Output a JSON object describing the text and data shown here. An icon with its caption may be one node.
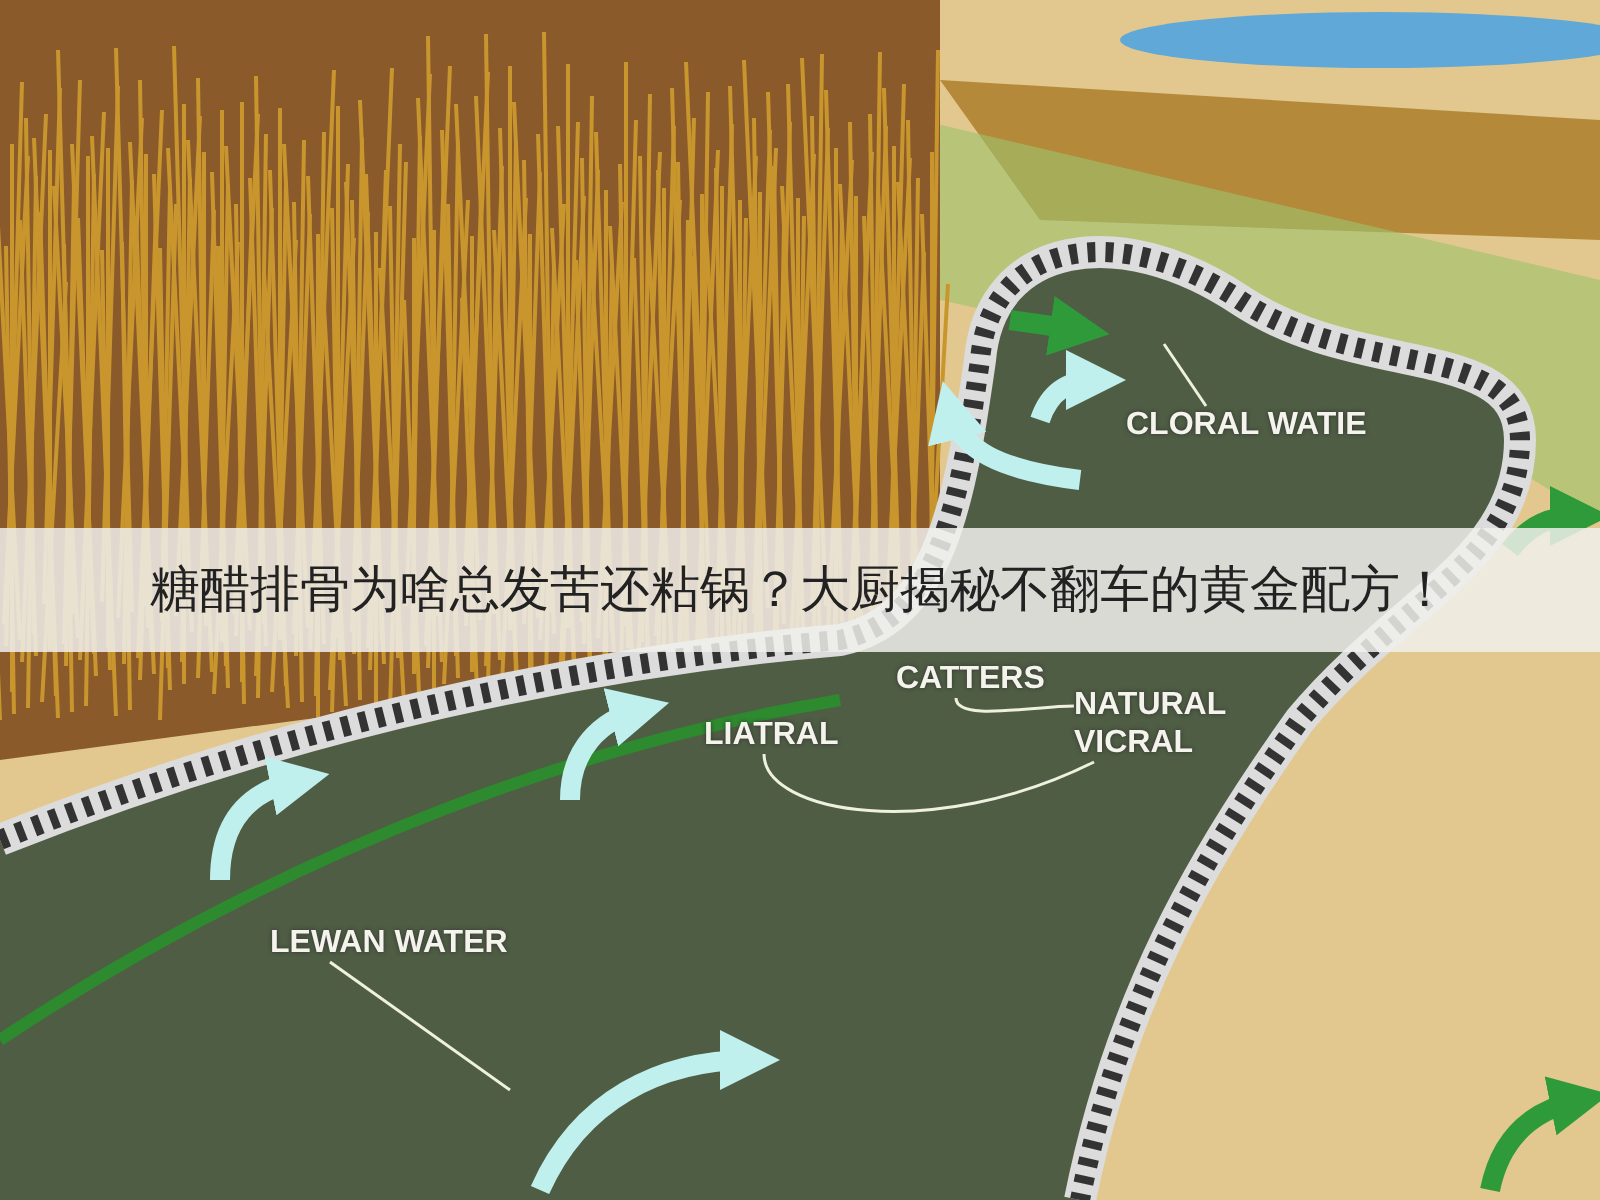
{
  "diagram": {
    "title": "糖醋排骨为啥总发苦还粘锅？大厨揭秘不翻车的黄金配方！",
    "nodes": [
      {
        "text": [
          "CLORAL WATIE"
        ]
      },
      {
        "text": [
          "CATTERS"
        ]
      },
      {
        "text": [
          "LIATRAL"
        ]
      },
      {
        "text": [
          "NATURAL VICRAL"
        ]
      },
      {
        "text": [
          "LEWAN WATER"
        ]
      }
    ],
    "edges": [
      {
        "from": 0,
        "to": null,
        "arrow": "none"
      },
      {
        "from": 1,
        "to": 3,
        "arrow": "none"
      },
      {
        "from": 2,
        "to": 3,
        "arrow": "none"
      },
      {
        "from": 4,
        "to": null,
        "arrow": "none"
      }
    ]
  }
}
